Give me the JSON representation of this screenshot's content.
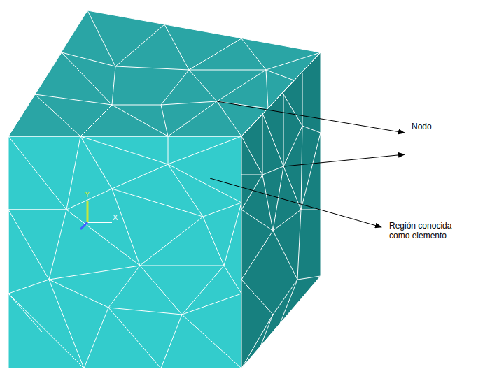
{
  "diagram": {
    "labels": [
      "Nodo",
      "Región conocida como elemento",
      "Y",
      "X"
    ]
  }
}
